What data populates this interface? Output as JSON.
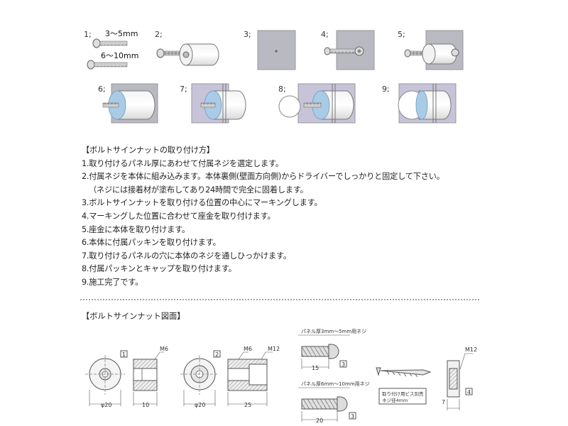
{
  "steps": {
    "labels": [
      "1;",
      "2;",
      "3;",
      "4;",
      "5;",
      "6;",
      "7;",
      "8;",
      "9;"
    ],
    "screw_short": "3～5mm",
    "screw_long": "6～10mm"
  },
  "instructions": {
    "title": "【ボルトサインナットの取り付け方】",
    "lines": [
      "1.取り付けるパネル厚にあわせて付属ネジを選定します。",
      "2.付属ネジを本体に組み込みます。本体裏側(壁面方向側)からドライバーでしっかりと固定して下さい。",
      "（ネジには接着材が塗布してあり24時間で完全に固着します。",
      "3.ボルトサインナットを取り付ける位置の中心にマーキングします。",
      "4.マーキングした位置に合わせて座金を取り付けます。",
      "5.座金に本体を取り付けます。",
      "6.本体に付属パッキンを取り付けます。",
      "7.取り付けるパネルの穴に本体のネジを通しひっかけます。",
      "8.付属パッキンとキャップを取り付けます。",
      "9.施工完了です。"
    ]
  },
  "drawings": {
    "title": "【ボルトサインナット図面】",
    "d1": {
      "num": "1",
      "thread": "M6",
      "dia": "φ20",
      "len": "10"
    },
    "d2": {
      "num": "2",
      "thread": "M6",
      "thread2": "M12",
      "dia": "φ20",
      "len": "25"
    },
    "d3a": {
      "caption": "パネル厚3mm～5mm用ネジ",
      "len": "15",
      "num": "3"
    },
    "d3b": {
      "caption": "パネル厚6mm～10mm用ネジ",
      "len": "20",
      "num": "3"
    },
    "d5": {
      "caption1": "取り付け用ビス別売",
      "caption2": "ネジ径4mm"
    },
    "d4": {
      "thread": "M12",
      "len": "7",
      "num": "4"
    }
  },
  "colors": {
    "panel": "#b9b9c2",
    "panel_dark": "#8c8c96",
    "packing": "#a9cbe6",
    "text": "#222222",
    "dim": "#333333"
  }
}
